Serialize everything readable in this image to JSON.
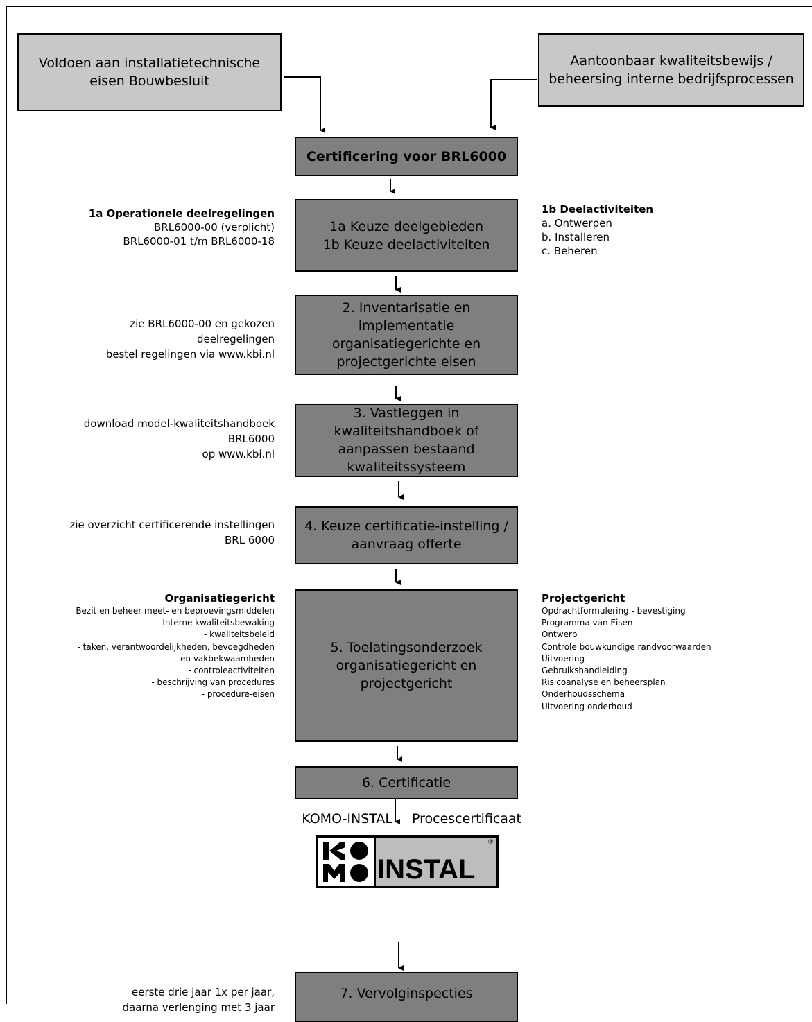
{
  "top_left_box": "Voldoen aan installatietechnische eisen Bouwbesluit",
  "top_right_box": "Aantoonbaar kwaliteitsbewijs / beheersing interne bedrijfsprocessen",
  "cert_box": "Certificering voor BRL6000",
  "step1": [
    "1a Keuze deelgebieden",
    "1b Keuze deelactiviteiten"
  ],
  "step2": "2. Inventarisatie en implementatie organisatiegerichte en projectgerichte eisen",
  "step3": "3. Vastleggen in kwaliteitshandboek of aanpassen bestaand kwaliteitssysteem",
  "step4": "4. Keuze certificatie-instelling / aanvraag offerte",
  "step5": "5. Toelatingsonderzoek organisatiegericht en projectgericht",
  "step6": "6. Certificatie",
  "step7": "7. Vervolginspecties",
  "note1a": {
    "heading": "1a Operationele deelregelingen",
    "lines": [
      "BRL6000-00 (verplicht)",
      "BRL6000-01 t/m BRL6000-18"
    ]
  },
  "note1b": {
    "heading": "1b Deelactiviteiten",
    "lines": [
      "a. Ontwerpen",
      "b. Installeren",
      "c. Beheren"
    ]
  },
  "note2": [
    "zie BRL6000-00 en gekozen",
    "deelregelingen",
    "bestel regelingen via www.kbi.nl"
  ],
  "note3": [
    "download model-kwaliteitshandboek",
    "BRL6000",
    "op www.kbi.nl"
  ],
  "note4": [
    "zie overzicht certificerende instellingen",
    "BRL 6000"
  ],
  "note_org": {
    "heading": "Organisatiegericht",
    "lines": [
      "Bezit en beheer meet- en beproevingsmiddelen",
      "Interne kwaliteitsbewaking",
      "- kwaliteitsbeleid",
      "- taken, verantwoordelijkheden, bevoegdheden",
      "en vakbekwaamheden",
      "- controleactiviteiten",
      "- beschrijving van procedures",
      "- procedure-eisen"
    ]
  },
  "note_proj": {
    "heading": "Projectgericht",
    "lines": [
      "Opdrachtformulering - bevestiging",
      "Programma van Eisen",
      "Ontwerp",
      "Controle bouwkundige randvoorwaarden",
      "Uitvoering",
      "Gebruikshandleiding",
      "Risicoanalyse en beheersplan",
      "Onderhoudsschema",
      "Uitvoering onderhoud"
    ]
  },
  "komo_left": "KOMO-INSTAL",
  "komo_right": "Procescertificaat",
  "logo_text": "INSTAL",
  "note7": [
    "eerste drie jaar 1x per jaar,",
    "daarna verlenging met 3 jaar"
  ],
  "colors": {
    "light_box": "#c8c8c8",
    "dark_box": "#7f7f7f"
  }
}
